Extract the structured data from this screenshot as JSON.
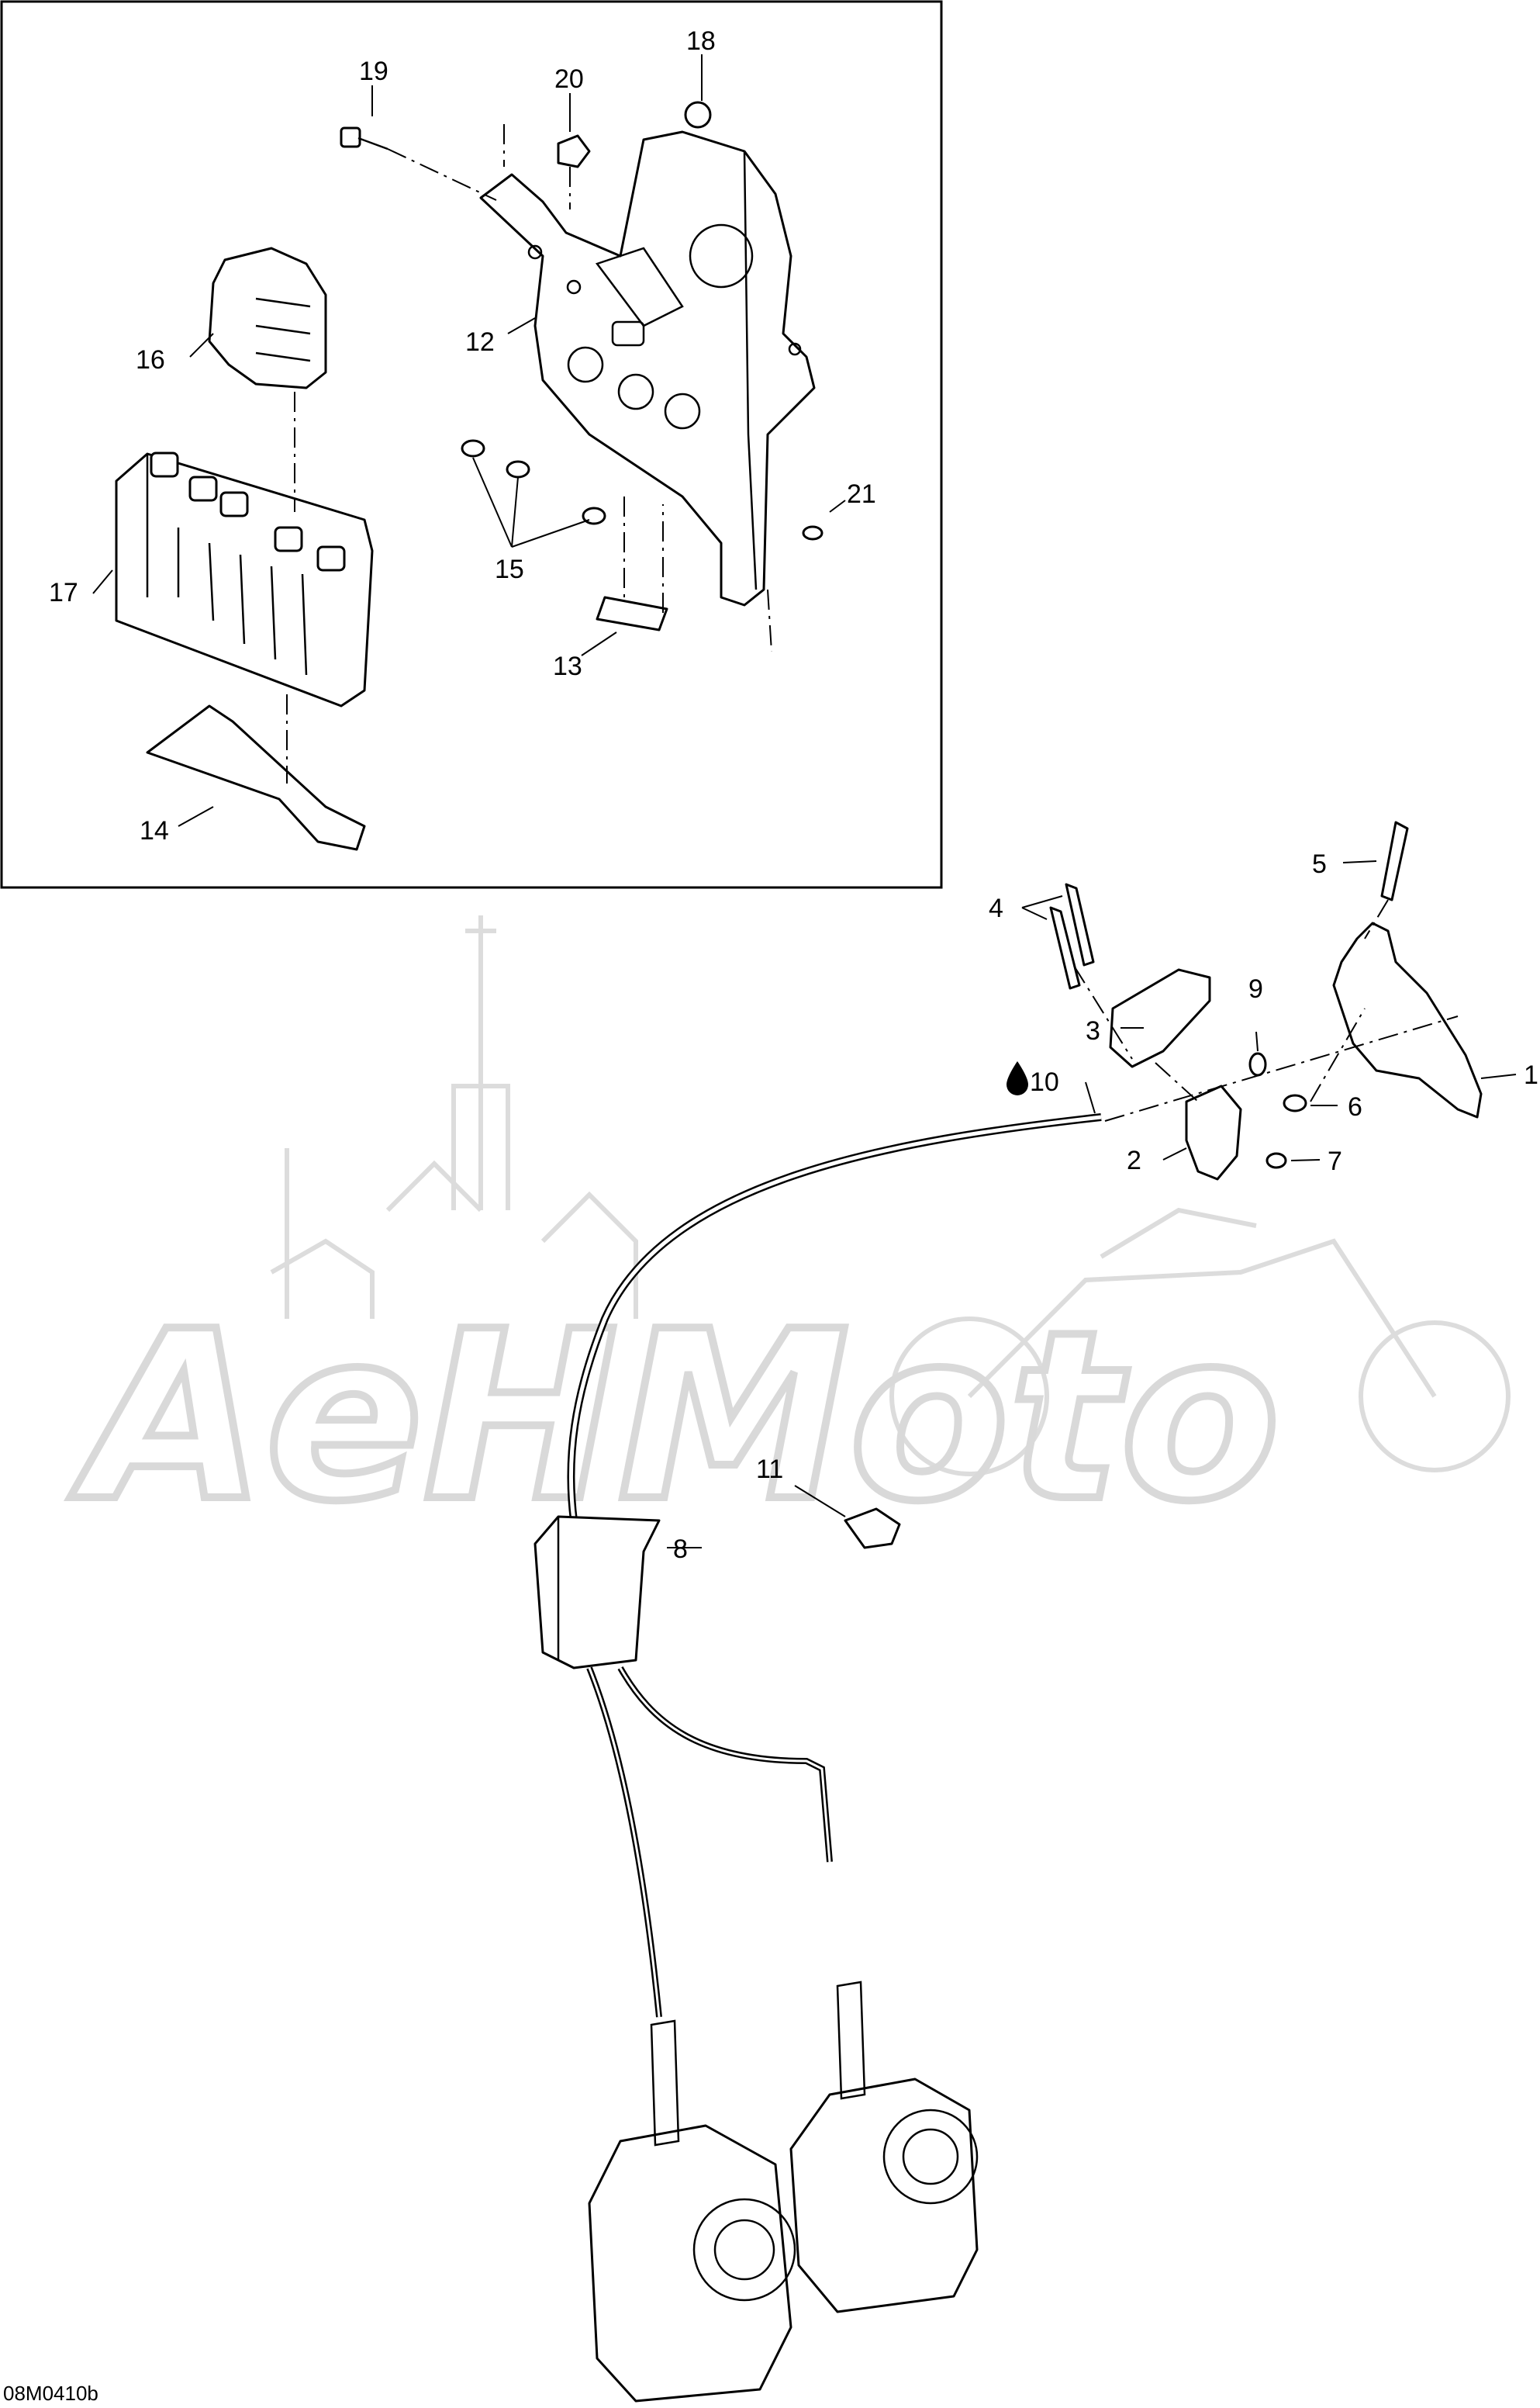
{
  "figure_code": "08M0410b",
  "watermark": "AeHMoto",
  "callouts": {
    "c1": "1",
    "c2": "2",
    "c3": "3",
    "c4": "4",
    "c5": "5",
    "c6": "6",
    "c7": "7",
    "c8": "8",
    "c9": "9",
    "c10": "10",
    "c11": "11",
    "c12": "12",
    "c13": "13",
    "c14": "14",
    "c15": "15",
    "c16": "16",
    "c17": "17",
    "c18": "18",
    "c19": "19",
    "c20": "20",
    "c21": "21"
  },
  "icons": {
    "lubricant": "oil-drop-icon"
  },
  "colors": {
    "line": "#000000",
    "watermark": "#d9d9d9",
    "background": "#ffffff"
  }
}
